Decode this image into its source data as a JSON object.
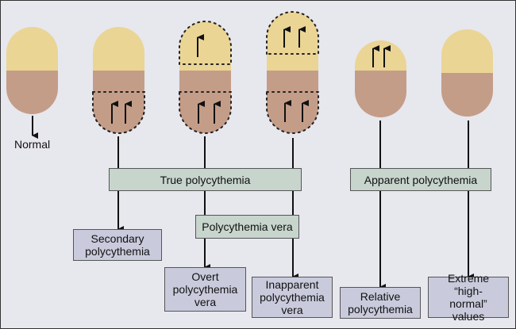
{
  "colors": {
    "plasma": "#ead595",
    "red_cells": "#c49d88",
    "category_box": "#c7d5cd",
    "outcome_box": "#c9cbdc",
    "background": "#e7e7ee"
  },
  "normal_label": "Normal",
  "categories": {
    "true": "True polycythemia",
    "apparent": "Apparent polycythemia",
    "vera": "Polycythemia vera"
  },
  "outcomes": {
    "secondary": "Secondary polycythemia",
    "overt": "Overt polycythemia vera",
    "inapparent": "Inapparent polycythemia vera",
    "relative": "Relative polycythemia",
    "extreme": "Extreme “high-normal” values"
  }
}
